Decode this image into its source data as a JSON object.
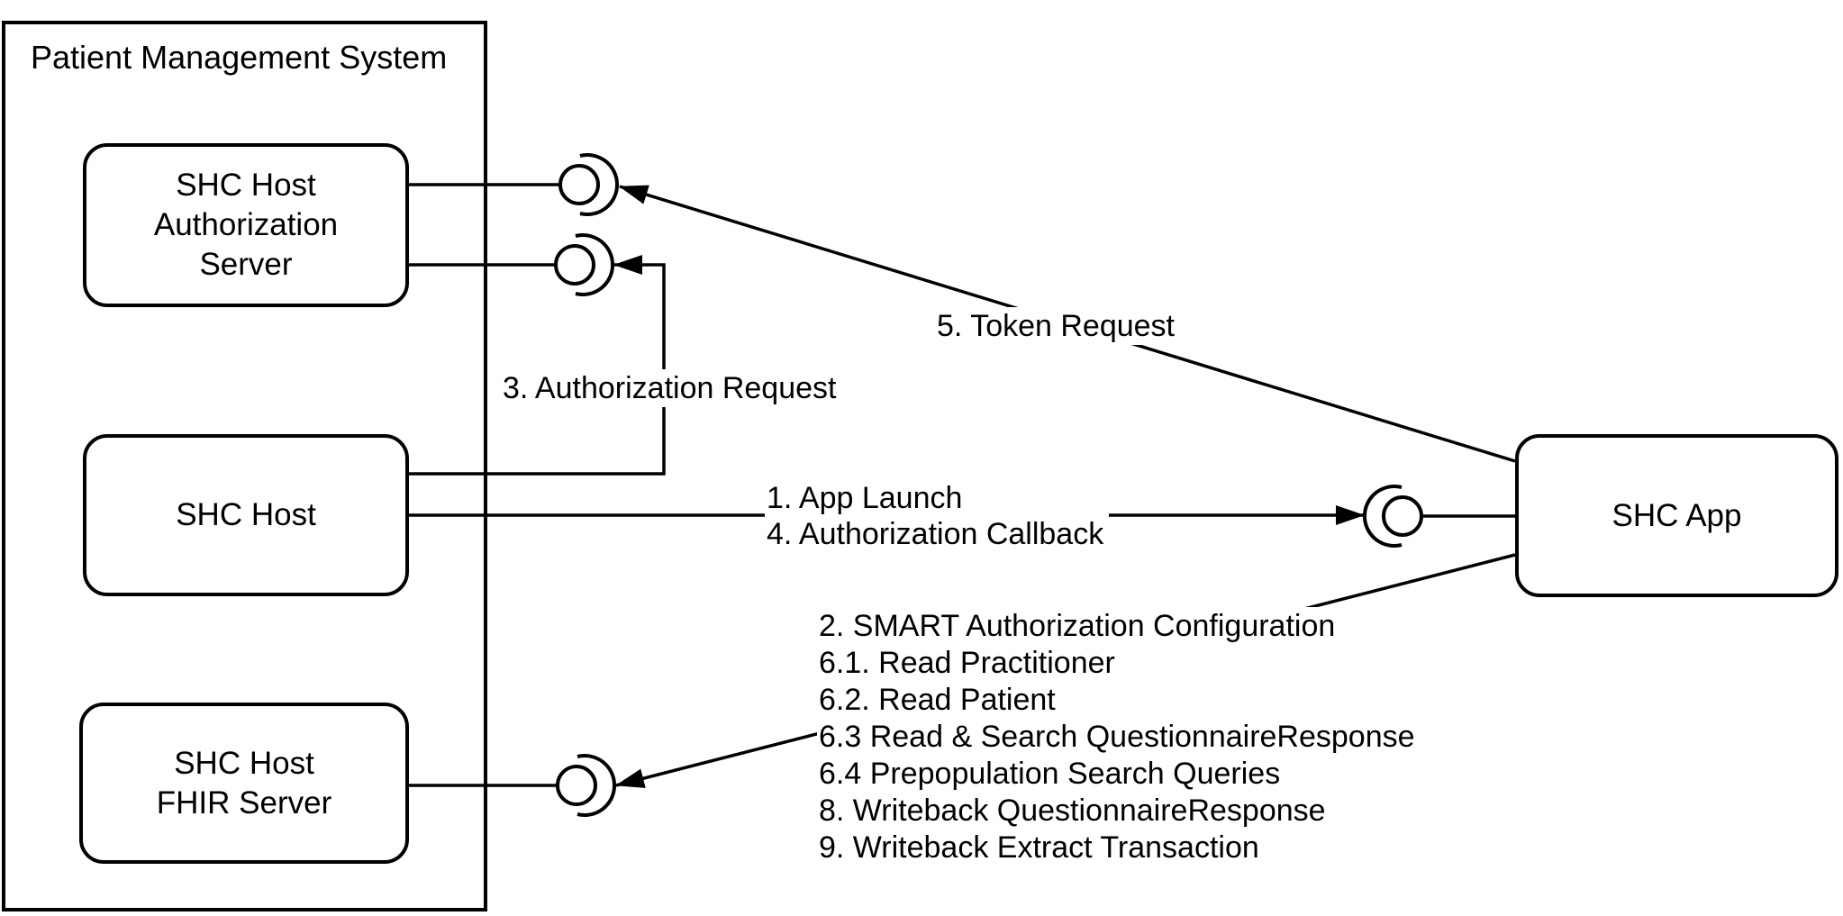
{
  "diagram": {
    "title": "Patient Management System",
    "boxes": {
      "auth_server": {
        "label": "SHC Host\nAuthorization\nServer"
      },
      "shc_host": {
        "label": "SHC Host"
      },
      "fhir_server": {
        "label": "SHC Host\nFHIR Server"
      },
      "shc_app": {
        "label": "SHC App"
      }
    },
    "edges": {
      "token_request": {
        "label": "5. Token Request"
      },
      "authorization_request": {
        "label": "3. Authorization Request"
      },
      "app_launch": {
        "lines": [
          "1. App Launch",
          "4. Authorization Callback"
        ]
      },
      "fhir_operations": {
        "lines": [
          "2. SMART Authorization Configuration",
          "6.1. Read Practitioner",
          "6.2. Read Patient",
          "6.3 Read & Search QuestionnaireResponse",
          "6.4 Prepopulation Search Queries",
          "8. Writeback QuestionnaireResponse",
          "9. Writeback Extract Transaction"
        ]
      }
    },
    "colors": {
      "stroke": "#000000",
      "background": "#ffffff"
    }
  }
}
